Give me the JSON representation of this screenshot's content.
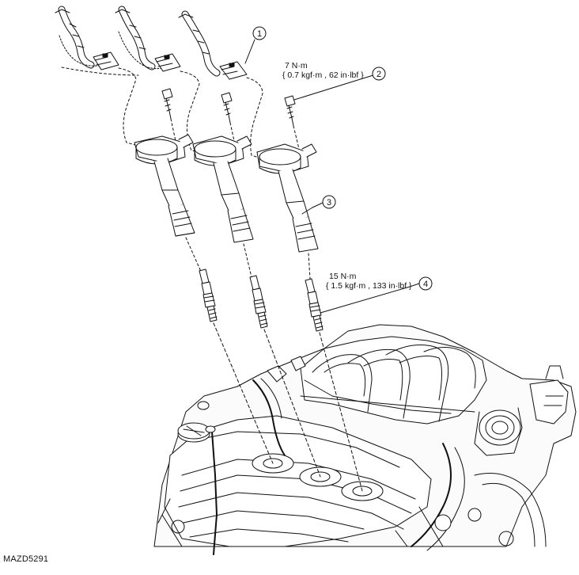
{
  "figure": {
    "id": "MAZD5291"
  },
  "callouts": [
    {
      "number": "1"
    },
    {
      "number": "2",
      "torque_nm": "7 N·m",
      "torque_alt": "{ 0.7 kgf·m , 62 in·lbf }"
    },
    {
      "number": "3"
    },
    {
      "number": "4",
      "torque_nm": "15 N·m",
      "torque_alt": "{ 1.5 kgf·m , 133 in·lbf }"
    }
  ]
}
